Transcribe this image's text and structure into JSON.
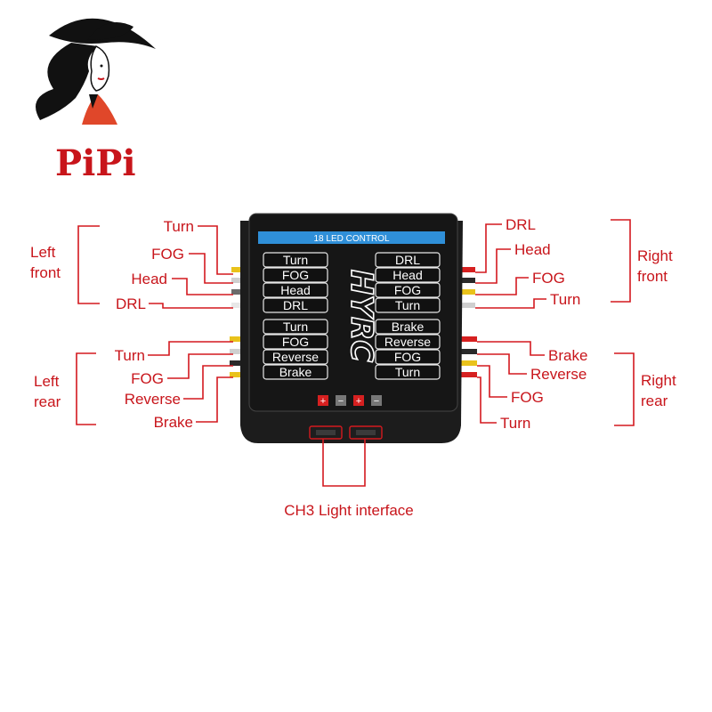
{
  "brand": {
    "name": "PiPi"
  },
  "controller": {
    "title": "18 LED CONTROL",
    "logo_text": "HYRC",
    "left_channels": [
      "Turn",
      "FOG",
      "Head",
      "DRL",
      "Turn",
      "FOG",
      "Reverse",
      "Brake"
    ],
    "right_channels": [
      "DRL",
      "Head",
      "FOG",
      "Turn",
      "Brake",
      "Reverse",
      "FOG",
      "Turn"
    ],
    "terminal_marks": [
      "+",
      "−",
      "+",
      "−"
    ]
  },
  "callouts": {
    "left_front": {
      "title_line1": "Left",
      "title_line2": "front",
      "labels": [
        "Turn",
        "FOG",
        "Head",
        "DRL"
      ]
    },
    "left_rear": {
      "title_line1": "Left",
      "title_line2": "rear",
      "labels": [
        "Turn",
        "FOG",
        "Reverse",
        "Brake"
      ]
    },
    "right_front": {
      "title_line1": "Right",
      "title_line2": "front",
      "labels": [
        "DRL",
        "Head",
        "FOG",
        "Turn"
      ]
    },
    "right_rear": {
      "title_line1": "Right",
      "title_line2": "rear",
      "labels": [
        "Brake",
        "Reverse",
        "FOG",
        "Turn"
      ]
    },
    "bottom": {
      "label": "CH3 Light interface"
    }
  },
  "colors": {
    "accent": "#c8151b",
    "device": "#161616",
    "title_bar": "#2f8fd8"
  }
}
